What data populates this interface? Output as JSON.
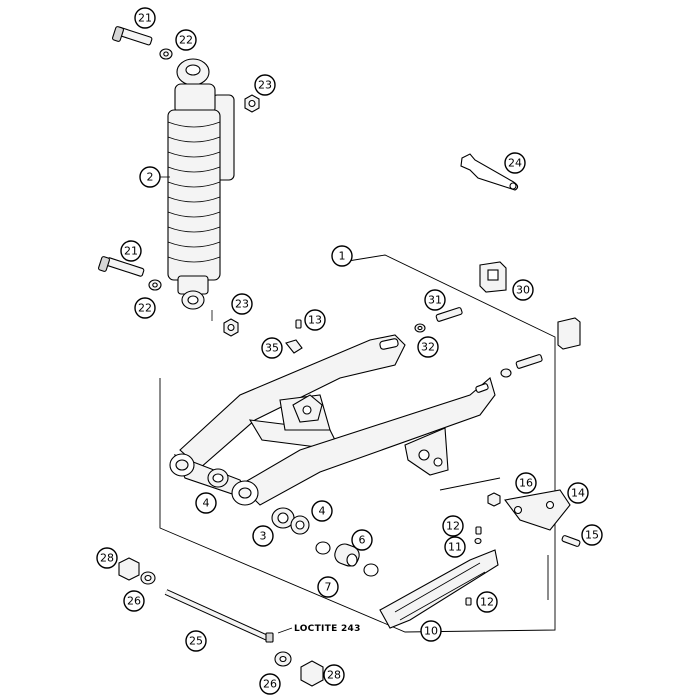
{
  "callouts": {
    "c1": "1",
    "c2": "2",
    "c3": "3",
    "c4a": "4",
    "c4b": "4",
    "c6": "6",
    "c7": "7",
    "c10": "10",
    "c11": "11",
    "c12a": "12",
    "c12b": "12",
    "c13": "13",
    "c14": "14",
    "c15": "15",
    "c16": "16",
    "c21a": "21",
    "c21b": "21",
    "c22a": "22",
    "c22b": "22",
    "c23a": "23",
    "c23b": "23",
    "c24": "24",
    "c25": "25",
    "c26a": "26",
    "c26b": "26",
    "c28a": "28",
    "c28b": "28",
    "c30": "30",
    "c31": "31",
    "c32": "32",
    "c35": "35"
  },
  "notes": {
    "loctite": "LOCTITE 243"
  }
}
